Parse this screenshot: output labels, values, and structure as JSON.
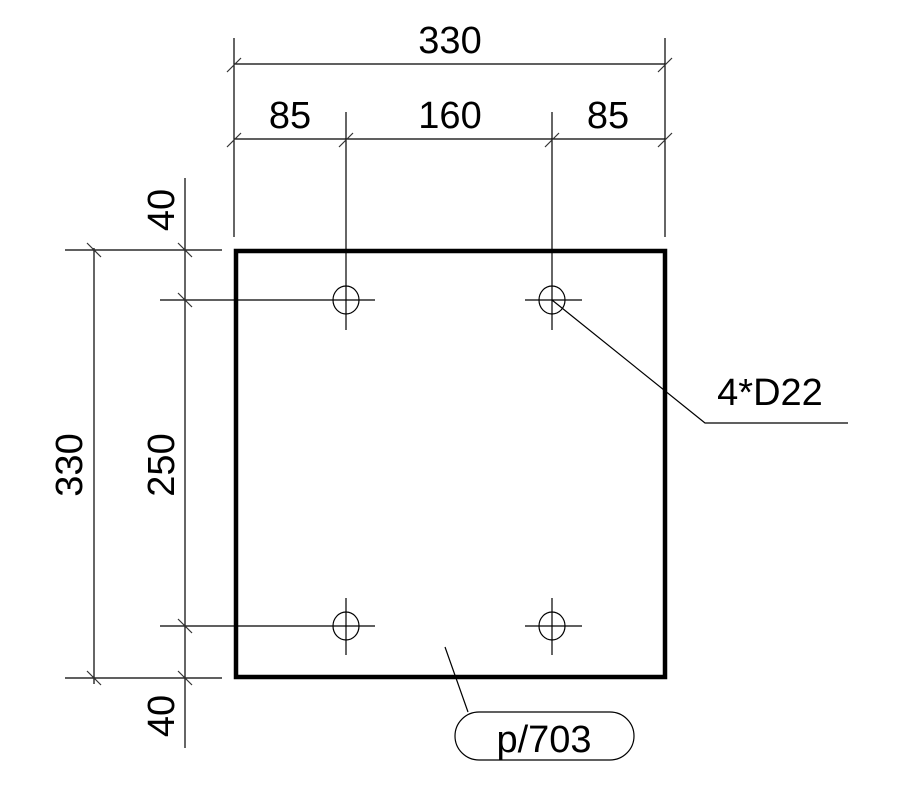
{
  "drawing": {
    "plate": {
      "label": "p/703",
      "width_mm": 330,
      "height_mm": 330
    },
    "bolts": {
      "label": "4*D22",
      "count": 4
    },
    "dimensions": {
      "top_overall": "330",
      "top_left_edge": "85",
      "top_spacing": "160",
      "top_right_edge": "85",
      "left_overall": "330",
      "left_spacing": "250",
      "left_top_edge": "40",
      "left_bottom_edge": "40"
    }
  }
}
